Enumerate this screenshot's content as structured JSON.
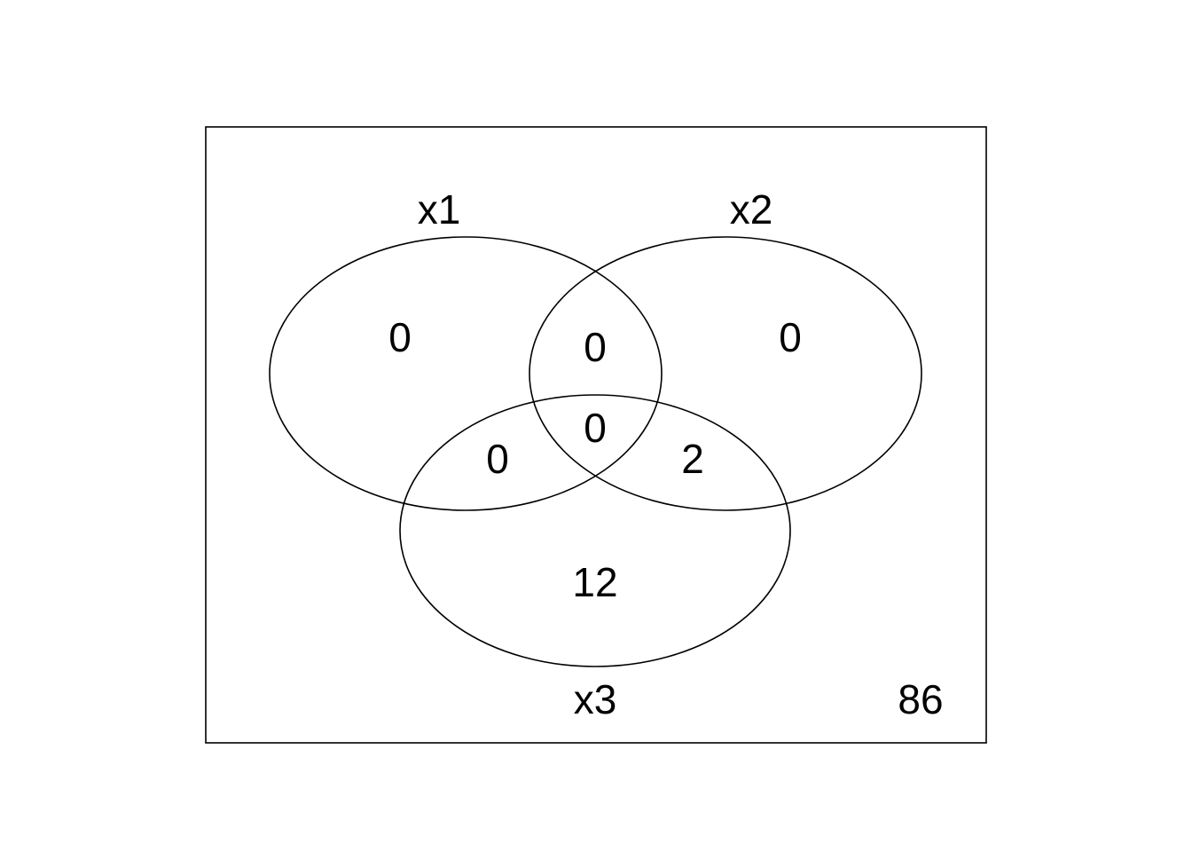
{
  "diagram": {
    "type": "venn",
    "sets": [
      {
        "key": "x1",
        "label": "x1"
      },
      {
        "key": "x2",
        "label": "x2"
      },
      {
        "key": "x3",
        "label": "x3"
      }
    ],
    "regions": {
      "x1_only": "0",
      "x2_only": "0",
      "x1_x2_only": "0",
      "x1_x2_x3": "0",
      "x1_x3_only": "0",
      "x2_x3_only": "2",
      "x3_only": "12",
      "outside": "86"
    }
  }
}
